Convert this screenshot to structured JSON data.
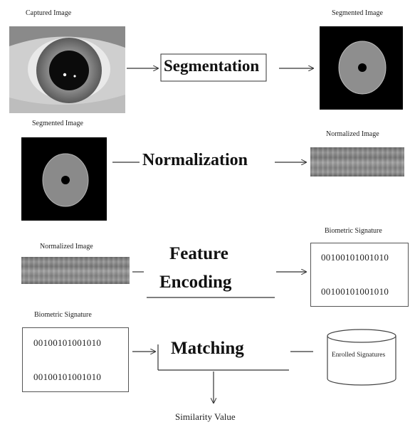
{
  "row1": {
    "left_caption": "Captured Image",
    "stage": "Segmentation",
    "right_caption": "Segmented Image"
  },
  "row2": {
    "left_caption": "Segmented Image",
    "stage": "Normalization",
    "right_caption": "Normalized Image"
  },
  "row3": {
    "left_caption": "Normalized Image",
    "stage_line1": "Feature",
    "stage_line2": "Encoding",
    "right_caption": "Biometric Signature",
    "code1": "00100101001010",
    "code2": "00100101001010"
  },
  "row4": {
    "left_caption": "Biometric Signature",
    "code1": "00100101001010",
    "code2": "00100101001010",
    "stage": "Matching",
    "database_label": "Enrolled Signatures",
    "output": "Similarity Value"
  }
}
